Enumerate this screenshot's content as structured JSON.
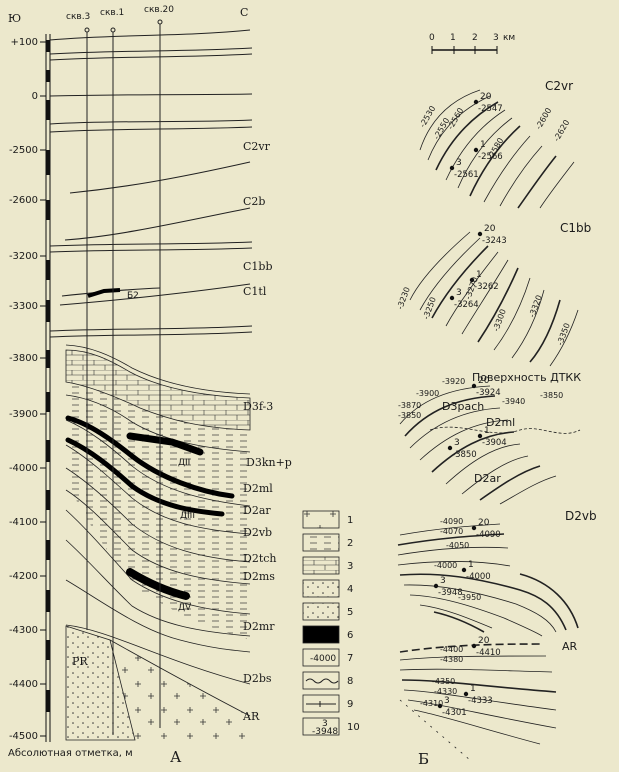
{
  "section": {
    "side_south": "Ю",
    "side_north": "С",
    "wells": [
      "скв.3",
      "скв.1",
      "скв.20"
    ],
    "elevation_ticks": [
      "+100",
      "0",
      "-2500",
      "-2600",
      "-3200",
      "-3300",
      "-3800",
      "-3900",
      "-4000",
      "-4100",
      "-4200",
      "-4300",
      "-4400",
      "-4500"
    ],
    "layer_labels": [
      "C2vr",
      "C2b",
      "C1bb",
      "C1tl",
      "D3f-3",
      "D3kn+p",
      "D2ml",
      "D2ar",
      "D2vb",
      "D2tch",
      "D2ms",
      "D2mr",
      "D2bs",
      "AR",
      "PR"
    ],
    "horizon_labels": [
      "Б2",
      "ДII",
      "ДIII",
      "ДV"
    ],
    "axis_title": "Абсолютная отметка, м",
    "panel_label": "А"
  },
  "legend": {
    "items": [
      "1",
      "2",
      "3",
      "4",
      "5",
      "6",
      "7",
      "8",
      "9",
      "10"
    ],
    "contour_sample": "-4000",
    "well_sample_num": "3",
    "well_sample_val": "-3948"
  },
  "maps": {
    "scale_ticks": [
      "0",
      "1",
      "2",
      "3"
    ],
    "scale_unit": "км",
    "panel_label": "Б",
    "map1": {
      "title": "C2vr",
      "contours": [
        "-2530",
        "-2550",
        "-2560",
        "-2580",
        "-2600",
        "-2620"
      ],
      "wells": [
        {
          "n": "20",
          "v": "-2547"
        },
        {
          "n": "1",
          "v": "-2566"
        },
        {
          "n": "3",
          "v": "-2561"
        }
      ]
    },
    "map2": {
      "title": "C1bb",
      "contours": [
        "-3230",
        "-3250",
        "-3270",
        "-3300",
        "-3320",
        "-3350"
      ],
      "wells": [
        {
          "n": "20",
          "v": "-3243"
        },
        {
          "n": "1",
          "v": "-3262"
        },
        {
          "n": "3",
          "v": "-3264"
        }
      ]
    },
    "map3": {
      "title": "Поверхность ДТКК",
      "contours": [
        "-3920",
        "-3900",
        "-3870",
        "-3850",
        "-3940",
        "-3850"
      ],
      "zones": [
        "D3pach",
        "D2ml",
        "D2ar"
      ],
      "wells": [
        {
          "n": "20",
          "v": "-3924"
        },
        {
          "n": "1",
          "v": "-3904"
        },
        {
          "n": "3",
          "v": "-3850"
        }
      ]
    },
    "map4": {
      "title": "D2vb",
      "contours": [
        "-4090",
        "-4070",
        "-4050",
        "-4000",
        "-3950"
      ],
      "wells": [
        {
          "n": "20",
          "v": "-4090"
        },
        {
          "n": "1",
          "v": "-4000"
        },
        {
          "n": "3",
          "v": "-3948"
        }
      ],
      "label": "AR"
    },
    "map5": {
      "contours": [
        "-4400",
        "-4380",
        "-4350",
        "-4330",
        "-4310"
      ],
      "wells": [
        {
          "n": "20",
          "v": "-4410"
        },
        {
          "n": "1",
          "v": "-4333"
        },
        {
          "n": "3",
          "v": "-4301"
        }
      ]
    }
  }
}
